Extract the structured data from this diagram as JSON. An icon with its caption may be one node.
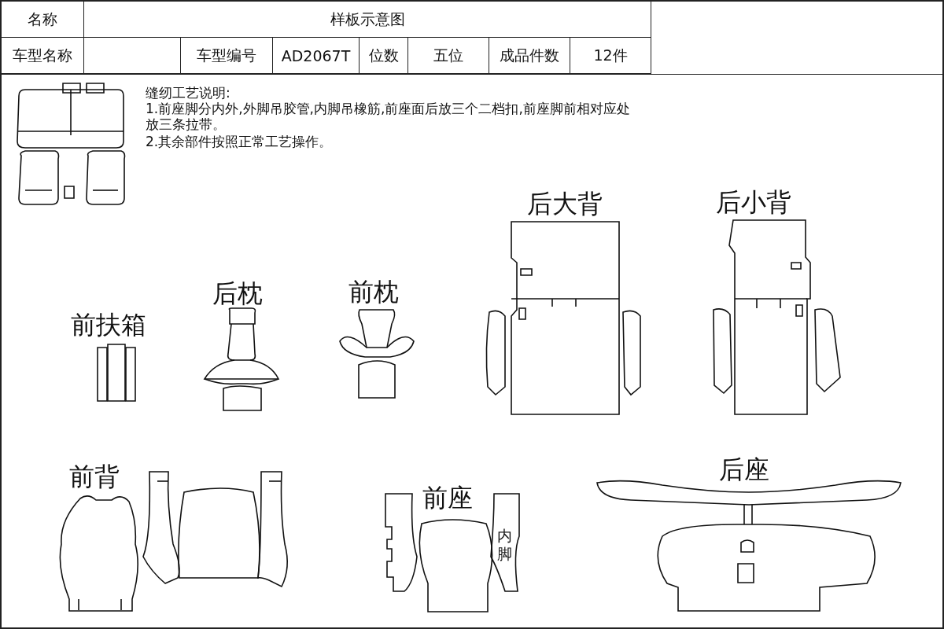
{
  "diagram": {
    "labels": [
      "名称",
      "样板示意图",
      "车型名称",
      "车型编号",
      "AD2067T",
      "位数",
      "五位",
      "成品件数",
      "12件",
      "缝纫工艺说明:",
      "1.前座脚分内外,外脚吊胶管,内脚吊橡筋,前座面后放三个二档扣,前座脚前相对应处放三条拉带。",
      "2.其余部件按照正常工艺操作。",
      "后大背",
      "后小背",
      "后枕",
      "前枕",
      "前扶箱",
      "前背",
      "前座",
      "内脚",
      "后座"
    ]
  }
}
